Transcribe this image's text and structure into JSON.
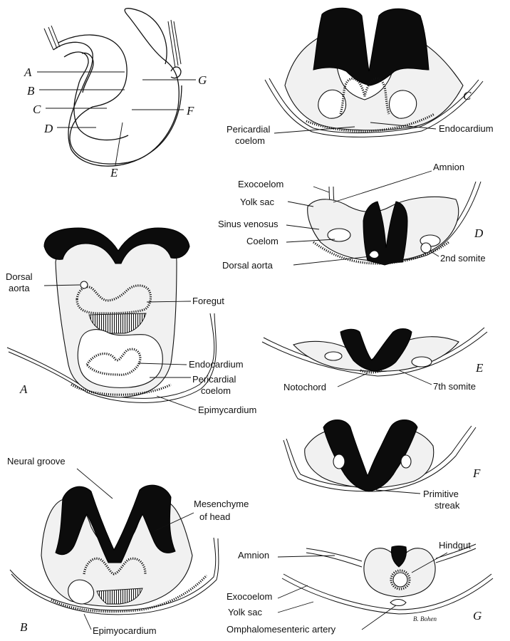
{
  "overview": {
    "markers": [
      "A",
      "B",
      "C",
      "D",
      "E",
      "F",
      "G"
    ]
  },
  "section_a": {
    "letter": "A",
    "labels": {
      "dorsal_aorta_1": "Dorsal",
      "dorsal_aorta_2": "aorta",
      "foregut": "Foregut",
      "endocardium": "Endocardium",
      "pericardial_coelom_1": "Pericardial",
      "pericardial_coelom_2": "coelom",
      "epimycardium": "Epimycardium"
    }
  },
  "section_b": {
    "letter": "B",
    "labels": {
      "neural_groove": "Neural groove",
      "mesenchyme_1": "Mesenchyme",
      "mesenchyme_2": "of head",
      "epimyocardium": "Epimyocardium"
    }
  },
  "section_c": {
    "letter": "C",
    "labels": {
      "pericardial_coelom_1": "Pericardial",
      "pericardial_coelom_2": "coelom",
      "endocardium": "Endocardium"
    }
  },
  "section_d": {
    "letter": "D",
    "labels": {
      "amnion": "Amnion",
      "exocoelom": "Exocoelom",
      "yolk_sac": "Yolk sac",
      "sinus_venosus": "Sinus venosus",
      "coelom": "Coelom",
      "dorsal_aorta": "Dorsal aorta",
      "second_somite": "2nd somite"
    }
  },
  "section_e": {
    "letter": "E",
    "labels": {
      "notochord": "Notochord",
      "seventh_somite": "7th somite"
    }
  },
  "section_f": {
    "letter": "F",
    "labels": {
      "primitive_streak_1": "Primitive",
      "primitive_streak_2": "streak"
    }
  },
  "section_g": {
    "letter": "G",
    "labels": {
      "hindgut": "Hindgut",
      "amnion": "Amnion",
      "exocoelom": "Exocoelom",
      "yolk_sac": "Yolk sac",
      "omphalomesenteric_artery": "Omphalomesenteric artery"
    }
  },
  "signature": "B. Bohen"
}
